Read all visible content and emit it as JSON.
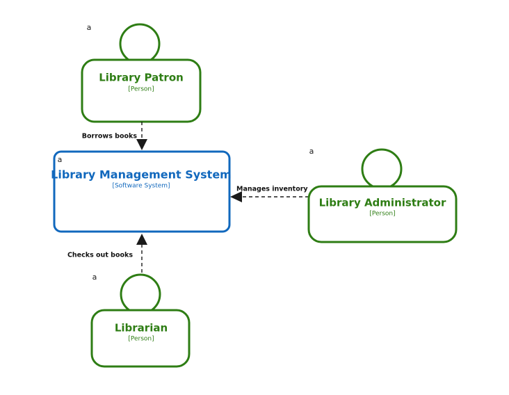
{
  "diagram": {
    "kind": "c4-system-context-diagram",
    "background_color": "#ffffff",
    "person_color": "#2E7D14",
    "system_color": "#1168BD",
    "relationship_color": "#1a1a1a",
    "corner_marker_text": "a"
  },
  "nodes": {
    "library_patron": {
      "name": "Library Patron",
      "type_label": "[Person]",
      "shape": "person",
      "color": "#2E7D14",
      "marker": "a"
    },
    "library_management_system": {
      "name": "Library Management System",
      "type_label": "[Software System]",
      "shape": "software-system",
      "color": "#1168BD",
      "marker": "a"
    },
    "library_administrator": {
      "name": "Library Administrator",
      "type_label": "[Person]",
      "shape": "person",
      "color": "#2E7D14",
      "marker": "a"
    },
    "librarian": {
      "name": "Librarian",
      "type_label": "[Person]",
      "shape": "person",
      "color": "#2E7D14",
      "marker": "a"
    }
  },
  "relationships": [
    {
      "id": "patron-borrows",
      "label": "Borrows books",
      "from": "Library Patron",
      "to": "Library Management System",
      "direction": "down",
      "style": "dashed"
    },
    {
      "id": "admin-manages",
      "label": "Manages inventory",
      "from": "Library Administrator",
      "to": "Library Management System",
      "direction": "left",
      "style": "dashed"
    },
    {
      "id": "librarian-checks-out",
      "label": "Checks out books",
      "from": "Librarian",
      "to": "Library Management System",
      "direction": "up",
      "style": "dashed"
    }
  ]
}
